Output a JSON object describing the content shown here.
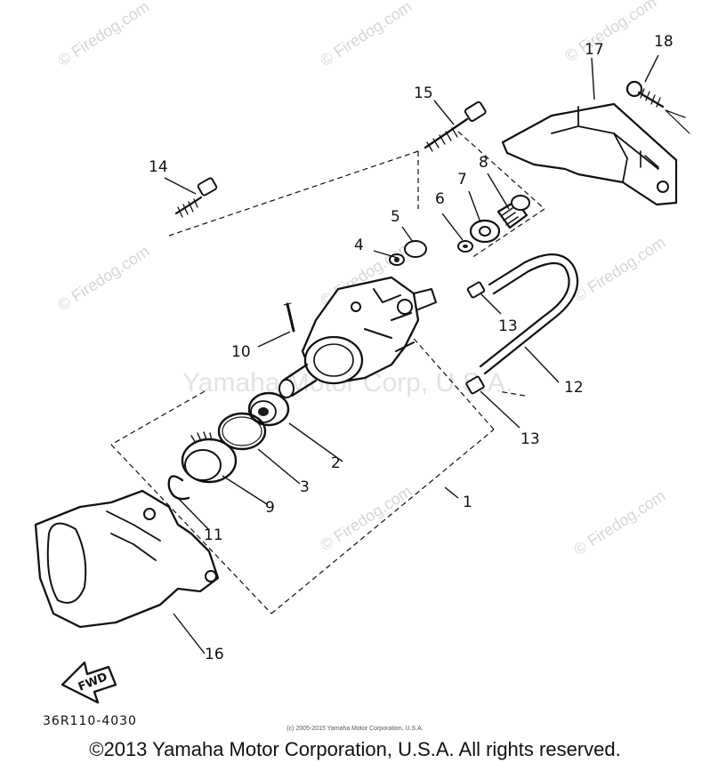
{
  "diagram": {
    "callouts": [
      "1",
      "2",
      "3",
      "4",
      "5",
      "6",
      "7",
      "8",
      "9",
      "10",
      "11",
      "12",
      "13",
      "13",
      "14",
      "15",
      "16",
      "17",
      "18"
    ],
    "direction_label": "FWD",
    "part_code": "36R110-4030"
  },
  "watermarks": {
    "site": "© Firedog.com",
    "center_text": "Yamaha Motor Corp, U.S.A."
  },
  "footer": {
    "small_copyright": "(c) 2005-2015 Yamaha Motor Corporation, U.S.A.",
    "copyright": "©2013 Yamaha Motor Corporation, U.S.A. All rights reserved."
  }
}
